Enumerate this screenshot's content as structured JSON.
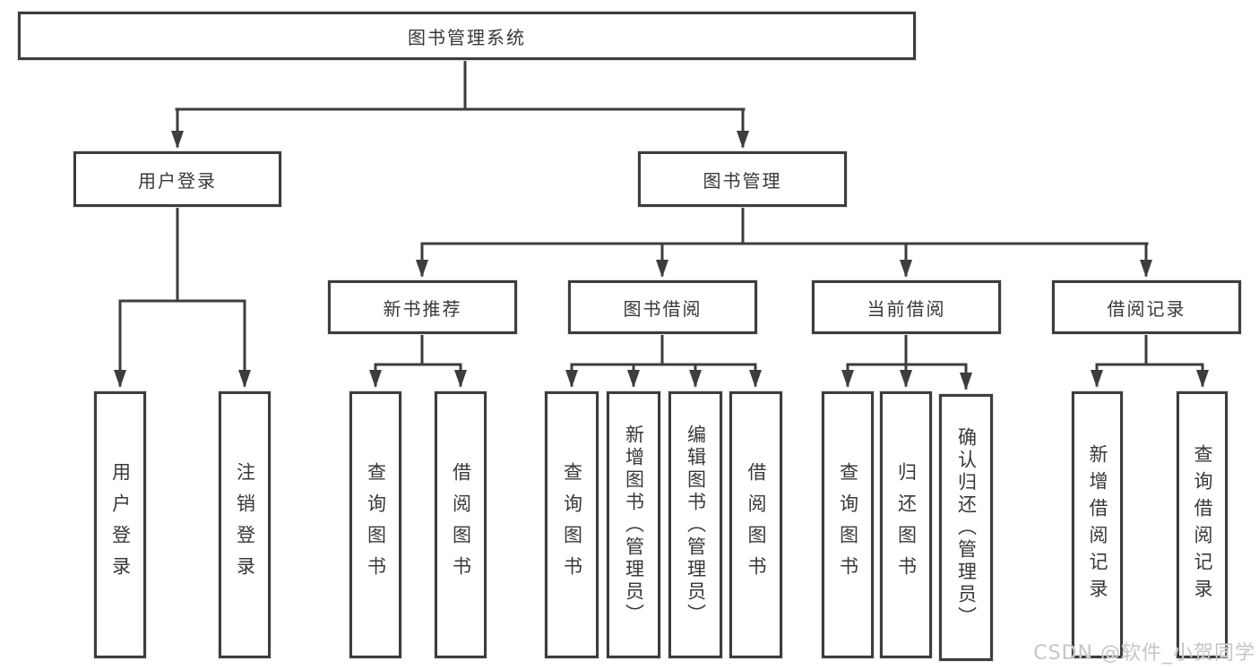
{
  "diagram": {
    "root": {
      "label": "图书管理系统"
    },
    "level2": {
      "user_login": {
        "label": "用户登录"
      },
      "book_mgmt": {
        "label": "图书管理"
      }
    },
    "level3": {
      "new_book_rec": {
        "label": "新书推荐"
      },
      "book_borrow": {
        "label": "图书借阅"
      },
      "current_borrow": {
        "label": "当前借阅"
      },
      "borrow_record": {
        "label": "借阅记录"
      }
    },
    "leaves": {
      "user_login_action": {
        "label": "用户登录"
      },
      "logout": {
        "label": "注销登录"
      },
      "query_book_rec": {
        "label": "查询图书"
      },
      "borrow_book_rec": {
        "label": "借阅图书"
      },
      "query_book_borrow": {
        "label": "查询图书"
      },
      "add_book_admin": {
        "label": "新增图书（管理员）"
      },
      "edit_book_admin": {
        "label": "编辑图书（管理员）"
      },
      "borrow_book_borrow": {
        "label": "借阅图书"
      },
      "query_book_current": {
        "label": "查询图书"
      },
      "return_book": {
        "label": "归还图书"
      },
      "confirm_return_admin": {
        "label": "确认归还（管理员）"
      },
      "add_borrow_record": {
        "label": "新增借阅记录"
      },
      "query_borrow_record": {
        "label": "查询借阅记录"
      }
    }
  },
  "watermark": {
    "text": "CSDN @软件_小贺同学"
  },
  "colors": {
    "line": "#3d3d3d",
    "border": "#3d3d3d",
    "text": "#383838",
    "background": "#ffffff",
    "watermark": "#c6c6c6"
  }
}
